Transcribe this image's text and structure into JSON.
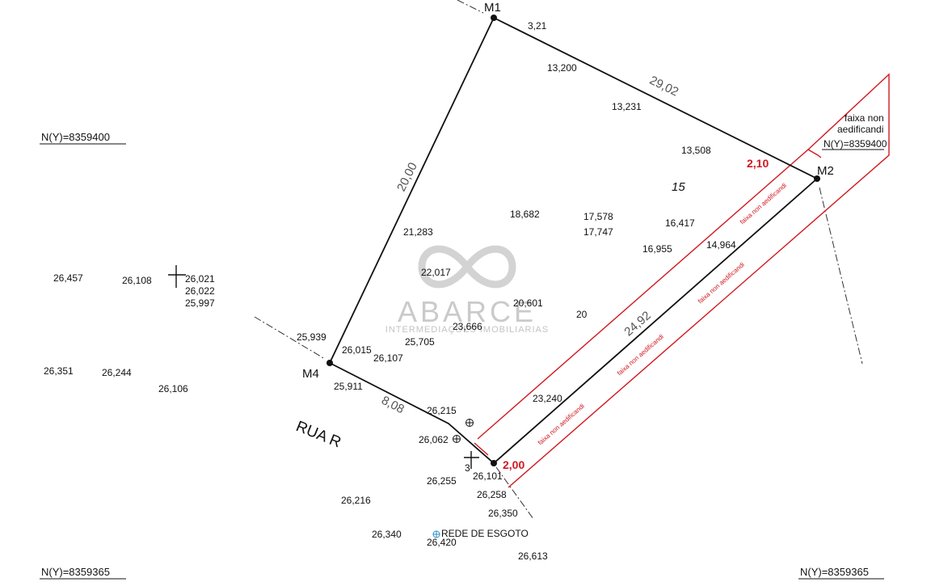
{
  "vertices": {
    "m1": "M1",
    "m2": "M2",
    "m4": "M4"
  },
  "dimensions": {
    "m1_m2": "29,02",
    "m1_m4": "20,00",
    "m4_corner": "8,08",
    "m2_corner": "24,92",
    "lot_number": "15",
    "top_small": "3,21",
    "setback_top": "2,10",
    "setback_bottom": "2,00"
  },
  "street": "RUA R",
  "faixa": {
    "label": "faixa non aedificandi",
    "box_line1": "faixa non",
    "box_line2": "aedificandi",
    "box_coord": "N(Y)=8359400"
  },
  "coords": {
    "top_left": "N(Y)=8359400",
    "bottom_left": "N(Y)=8359365",
    "bottom_right": "N(Y)=8359365"
  },
  "rede_esgoto": "REDE DE ESGOTO",
  "marker_text": "3",
  "watermark": {
    "title": "ABARCE",
    "subtitle": "INTERMEDIAÇÕES IMOBILIARIAS"
  },
  "elevations": [
    "13,200",
    "13,231",
    "13,508",
    "18,682",
    "17,578",
    "17,747",
    "16,417",
    "16,955",
    "14,964",
    "21,283",
    "22,017",
    "20,601",
    "20",
    "23,666",
    "25,705",
    "25,939",
    "26,015",
    "26,107",
    "25,911",
    "26,215",
    "23,240",
    "26,062",
    "26,101",
    "26,255",
    "26,258",
    "26,350",
    "26,216",
    "26,340",
    "26,420",
    "26,613",
    "26,457",
    "26,108",
    "26,021",
    "26,022",
    "25,997",
    "26,351",
    "26,244",
    "26,106"
  ]
}
